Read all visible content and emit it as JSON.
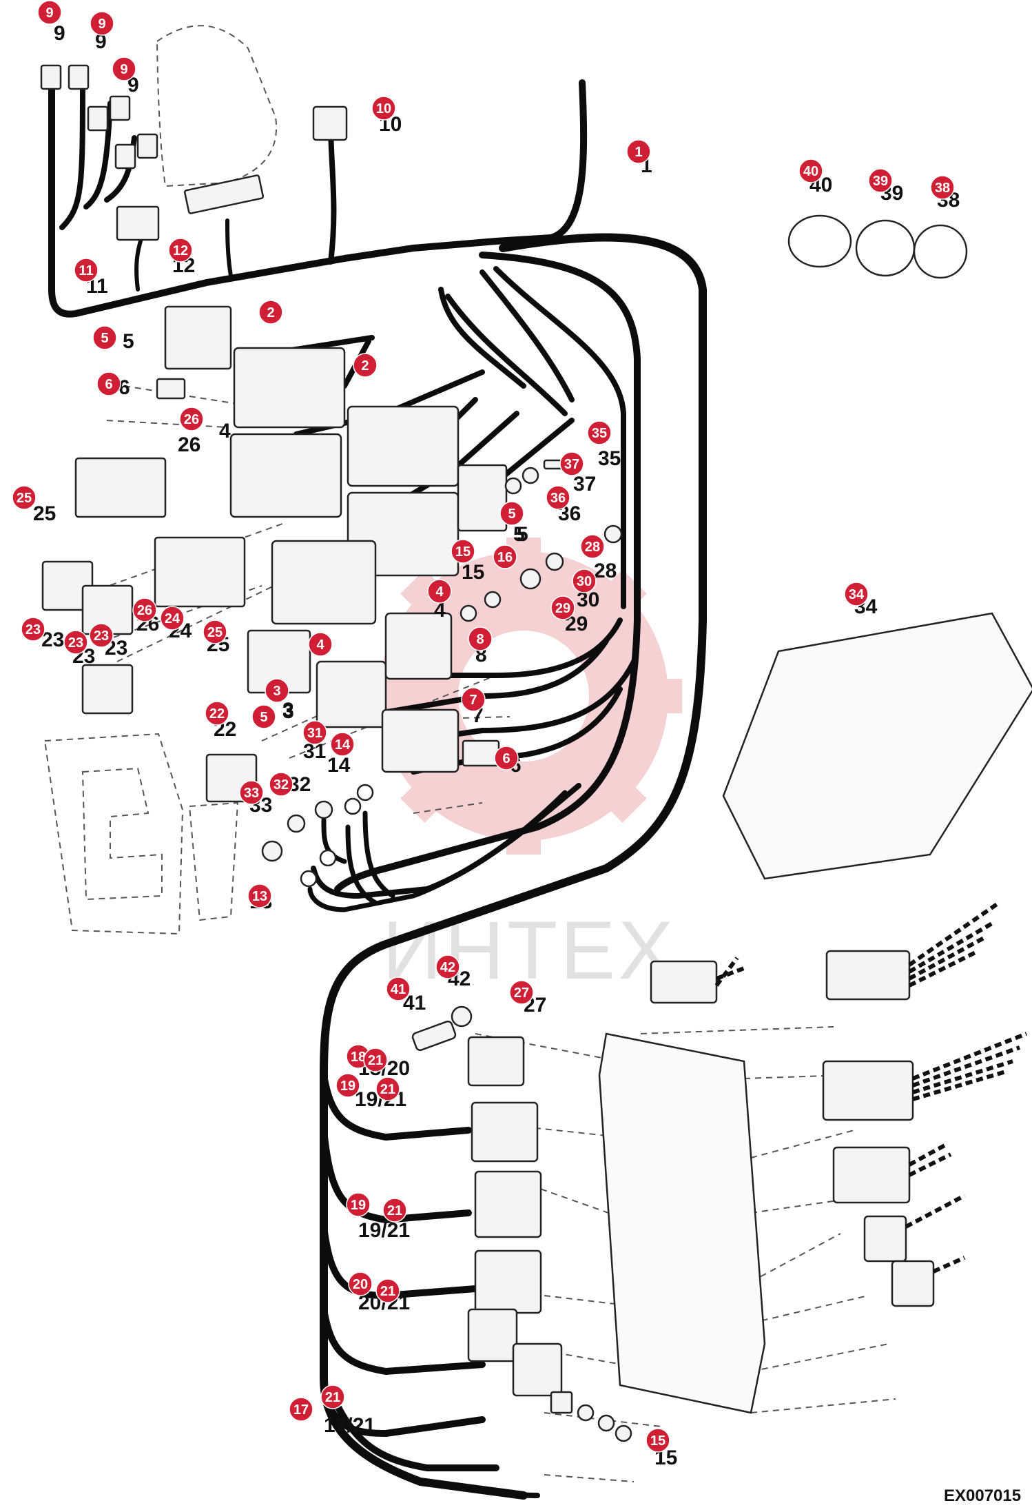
{
  "document_code": "EX007015",
  "watermark": {
    "text": "ИНТЕХ",
    "color": "#d8323c"
  },
  "badge_color": "#d01f35",
  "callouts": [
    {
      "label": "1"
    },
    {
      "label": "2"
    },
    {
      "label": "2"
    },
    {
      "label": "3"
    },
    {
      "label": "4"
    },
    {
      "label": "4"
    },
    {
      "label": "5"
    },
    {
      "label": "5"
    },
    {
      "label": "5"
    },
    {
      "label": "6"
    },
    {
      "label": "6"
    },
    {
      "label": "7"
    },
    {
      "label": "8"
    },
    {
      "label": "9"
    },
    {
      "label": "9"
    },
    {
      "label": "9"
    },
    {
      "label": "10"
    },
    {
      "label": "11"
    },
    {
      "label": "12"
    },
    {
      "label": "13"
    },
    {
      "label": "14"
    },
    {
      "label": "15"
    },
    {
      "label": "15"
    },
    {
      "label": "16"
    },
    {
      "label": "17"
    },
    {
      "label": "18"
    },
    {
      "label": "19"
    },
    {
      "label": "19"
    },
    {
      "label": "20"
    },
    {
      "label": "21"
    },
    {
      "label": "21"
    },
    {
      "label": "21"
    },
    {
      "label": "21"
    },
    {
      "label": "21"
    },
    {
      "label": "22"
    },
    {
      "label": "23"
    },
    {
      "label": "23"
    },
    {
      "label": "23"
    },
    {
      "label": "24"
    },
    {
      "label": "25"
    },
    {
      "label": "25"
    },
    {
      "label": "26"
    },
    {
      "label": "26"
    },
    {
      "label": "27"
    },
    {
      "label": "28"
    },
    {
      "label": "29"
    },
    {
      "label": "30"
    },
    {
      "label": "31"
    },
    {
      "label": "32"
    },
    {
      "label": "33"
    },
    {
      "label": "34"
    },
    {
      "label": "35"
    },
    {
      "label": "36"
    },
    {
      "label": "37"
    },
    {
      "label": "38"
    },
    {
      "label": "39"
    },
    {
      "label": "40"
    },
    {
      "label": "41"
    },
    {
      "label": "42"
    }
  ],
  "part_labels": [
    {
      "text": "9"
    },
    {
      "text": "9"
    },
    {
      "text": "9"
    },
    {
      "text": "10"
    },
    {
      "text": "1"
    },
    {
      "text": "40"
    },
    {
      "text": "39"
    },
    {
      "text": "38"
    },
    {
      "text": "11"
    },
    {
      "text": "12"
    },
    {
      "text": "5"
    },
    {
      "text": "6"
    },
    {
      "text": "4"
    },
    {
      "text": "26"
    },
    {
      "text": "25"
    },
    {
      "text": "35"
    },
    {
      "text": "37"
    },
    {
      "text": "36"
    },
    {
      "text": "5"
    },
    {
      "text": "15"
    },
    {
      "text": "28"
    },
    {
      "text": "30"
    },
    {
      "text": "29"
    },
    {
      "text": "4"
    },
    {
      "text": "8"
    },
    {
      "text": "23"
    },
    {
      "text": "23"
    },
    {
      "text": "23"
    },
    {
      "text": "26"
    },
    {
      "text": "24"
    },
    {
      "text": "25"
    },
    {
      "text": "3"
    },
    {
      "text": "7"
    },
    {
      "text": "22"
    },
    {
      "text": "31"
    },
    {
      "text": "14"
    },
    {
      "text": "6"
    },
    {
      "text": "34"
    },
    {
      "text": "32"
    },
    {
      "text": "33"
    },
    {
      "text": "13"
    },
    {
      "text": "41"
    },
    {
      "text": "42"
    },
    {
      "text": "27"
    },
    {
      "text": "18/20"
    },
    {
      "text": "19/21"
    },
    {
      "text": "19/21"
    },
    {
      "text": "20/21"
    },
    {
      "text": "17/21"
    },
    {
      "text": "15"
    },
    {
      "text": "5"
    },
    {
      "text": "3"
    }
  ]
}
